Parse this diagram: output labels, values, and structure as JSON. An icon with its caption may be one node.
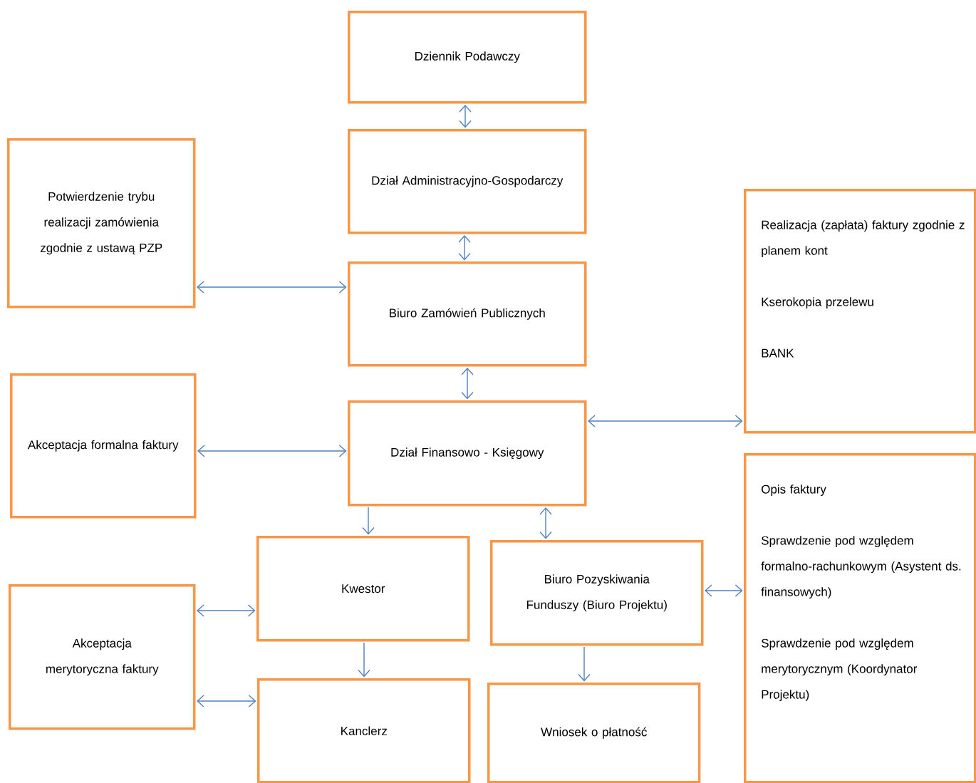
{
  "diagram": {
    "nodes": [
      {
        "text": [
          "Dziennik Podawczy"
        ]
      },
      {
        "text": [
          "Dział Administracyjno-Gospodarczy"
        ]
      },
      {
        "text": [
          "Potwierdzenie trybu realizacji zamówienia zgodnie z ustawą PZP"
        ]
      },
      {
        "text": [
          "Biuro Zamówień Publicznych"
        ]
      },
      {
        "text": [
          "Realizacja (zapłata) faktury zgodnie z planem kont",
          "Kserokopia przelewu",
          "BANK"
        ]
      },
      {
        "text": [
          "Akceptacja formalna faktury"
        ]
      },
      {
        "text": [
          "Dział Finansowo - Księgowy"
        ]
      },
      {
        "text": [
          "Kwestor"
        ]
      },
      {
        "text": [
          "Biuro Pozyskiwania Funduszy (Biuro Projektu)"
        ]
      },
      {
        "text": [
          "Opis faktury",
          "Sprawdzenie pod względem formalno-rachunkowym (Asystent ds. finansowych)",
          "Sprawdzenie pod względem merytorycznym (Koordynator Projektu)"
        ]
      },
      {
        "text": [
          "Akceptacja merytoryczna faktury"
        ]
      },
      {
        "text": [
          "Kanclerz"
        ]
      },
      {
        "text": [
          "Wniosek o płatność"
        ]
      }
    ],
    "edges": [
      {
        "from": 0,
        "to": 1,
        "arrow": "both"
      },
      {
        "from": 1,
        "to": 3,
        "arrow": "both"
      },
      {
        "from": 2,
        "to": 3,
        "arrow": "both"
      },
      {
        "from": 3,
        "to": 6,
        "arrow": "both"
      },
      {
        "from": 6,
        "to": 4,
        "arrow": "both"
      },
      {
        "from": 5,
        "to": 6,
        "arrow": "both"
      },
      {
        "from": 6,
        "to": 7,
        "arrow": "to"
      },
      {
        "from": 6,
        "to": 8,
        "arrow": "both"
      },
      {
        "from": 8,
        "to": 9,
        "arrow": "both"
      },
      {
        "from": 10,
        "to": 7,
        "arrow": "both"
      },
      {
        "from": 10,
        "to": 11,
        "arrow": "both"
      },
      {
        "from": 7,
        "to": 11,
        "arrow": "to"
      },
      {
        "from": 8,
        "to": 12,
        "arrow": "to"
      }
    ]
  }
}
